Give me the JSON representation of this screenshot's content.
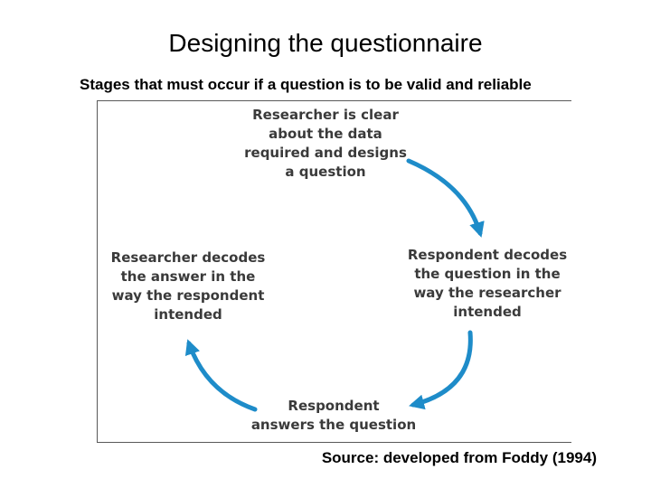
{
  "slide": {
    "title": "Designing the questionnaire",
    "subtitle": "Stages that must occur if a question is to be valid and reliable",
    "source": "Source: developed from Foddy (1994)"
  },
  "diagram": {
    "nodes": {
      "top": {
        "lines": [
          "Researcher is clear",
          "about the data",
          "required and designs",
          "a question"
        ]
      },
      "right": {
        "lines": [
          "Respondent decodes",
          "the question in the",
          "way the researcher",
          "intended"
        ]
      },
      "bottom": {
        "lines": [
          "Respondent",
          "answers the question"
        ]
      },
      "left": {
        "lines": [
          "Researcher decodes",
          "the answer in the",
          "way the respondent",
          "intended"
        ]
      }
    },
    "arrows": [
      {
        "name": "arrow-top-to-right",
        "from": "top",
        "to": "right"
      },
      {
        "name": "arrow-right-to-bottom",
        "from": "right",
        "to": "bottom"
      },
      {
        "name": "arrow-bottom-to-left",
        "from": "bottom",
        "to": "left"
      }
    ]
  },
  "theme": {
    "arrow-blue": "#1e8cc9",
    "diagram-text": "#3a3a3a",
    "box-border": "#595959",
    "text-black": "#000000",
    "background": "#ffffff"
  }
}
